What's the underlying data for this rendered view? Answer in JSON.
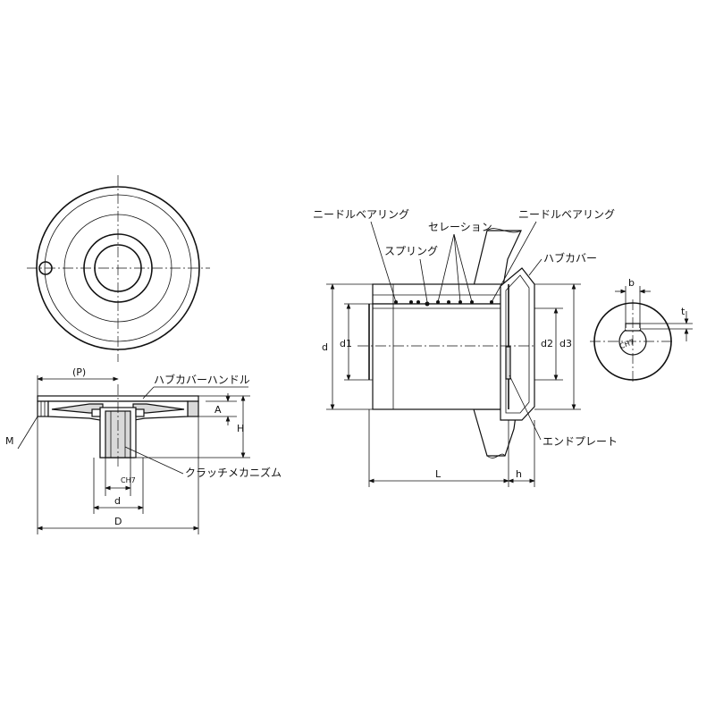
{
  "labels": {
    "hub_cover_handle": "ハブカバーハンドル",
    "clutch_mechanism": "クラッチメカニズム",
    "needle_bearing_left": "ニードルベアリング",
    "needle_bearing_right": "ニードルベアリング",
    "serration": "セレーション",
    "spring": "スプリング",
    "hub_cover": "ハブカバー",
    "end_plate": "エンドプレート"
  },
  "dims": {
    "P": "(P)",
    "A": "A",
    "H": "H",
    "M": "M",
    "d_left": "d",
    "D": "D",
    "CH7_left": "CH7",
    "d_right": "d",
    "d1": "d1",
    "d2": "d2",
    "d3": "d3",
    "L": "L",
    "h": "h",
    "b": "b",
    "t": "t",
    "CH7_right": "CH7"
  }
}
